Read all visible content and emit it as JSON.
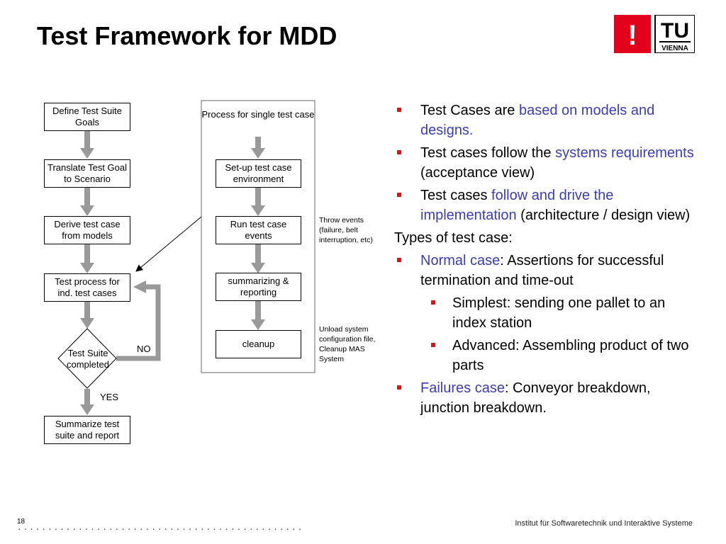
{
  "title": "Test Framework for MDD",
  "logo": {
    "mark": "!",
    "tu": "TU",
    "vienna": "VIENNA"
  },
  "diagram": {
    "left_steps": [
      "Define Test Suite Goals",
      "Translate Test Goal to Scenario",
      "Derive test case from models",
      "Test process for ind. test cases",
      "Summarize test suite and report"
    ],
    "decision": "Test Suite completed",
    "no_label": "NO",
    "yes_label": "YES",
    "process_title": "Process for single test case",
    "process_steps": [
      "Set-up test case environment",
      "Run test case events",
      "summarizing & reporting",
      "cleanup"
    ],
    "note_throw": "Throw events (failure, belt interruption, etc)",
    "note_unload": "Unload system configuration file, Cleanup MAS System"
  },
  "bullets": {
    "b1": {
      "pre": "Test Cases are ",
      "hl": "based on models and designs.",
      "post": ""
    },
    "b2": {
      "pre": "Test cases follow the ",
      "hl": "systems requirements",
      "post": " (acceptance view)"
    },
    "b3": {
      "pre": "Test cases ",
      "hl": "follow and drive the implementation",
      "post": " (architecture / design view)"
    },
    "types_heading": "Types of test case:",
    "normal": {
      "hl": "Normal case",
      "post": ": Assertions for successful termination and time-out"
    },
    "sub1": "Simplest: sending one pallet to an index station",
    "sub2": "Advanced: Assembling product of two parts",
    "failures": {
      "hl": "Failures case",
      "post": ": Conveyor breakdown, junction breakdown."
    }
  },
  "footer": {
    "page_number": "18",
    "dots": "...............................................",
    "institute": "Institut für Softwaretechnik und Interaktive Systeme"
  },
  "colors": {
    "accent_red": "#e2001a",
    "highlight_blue": "#3c3cb4",
    "arrow_gray": "#999999",
    "bullet_red": "#cc1a1a"
  }
}
